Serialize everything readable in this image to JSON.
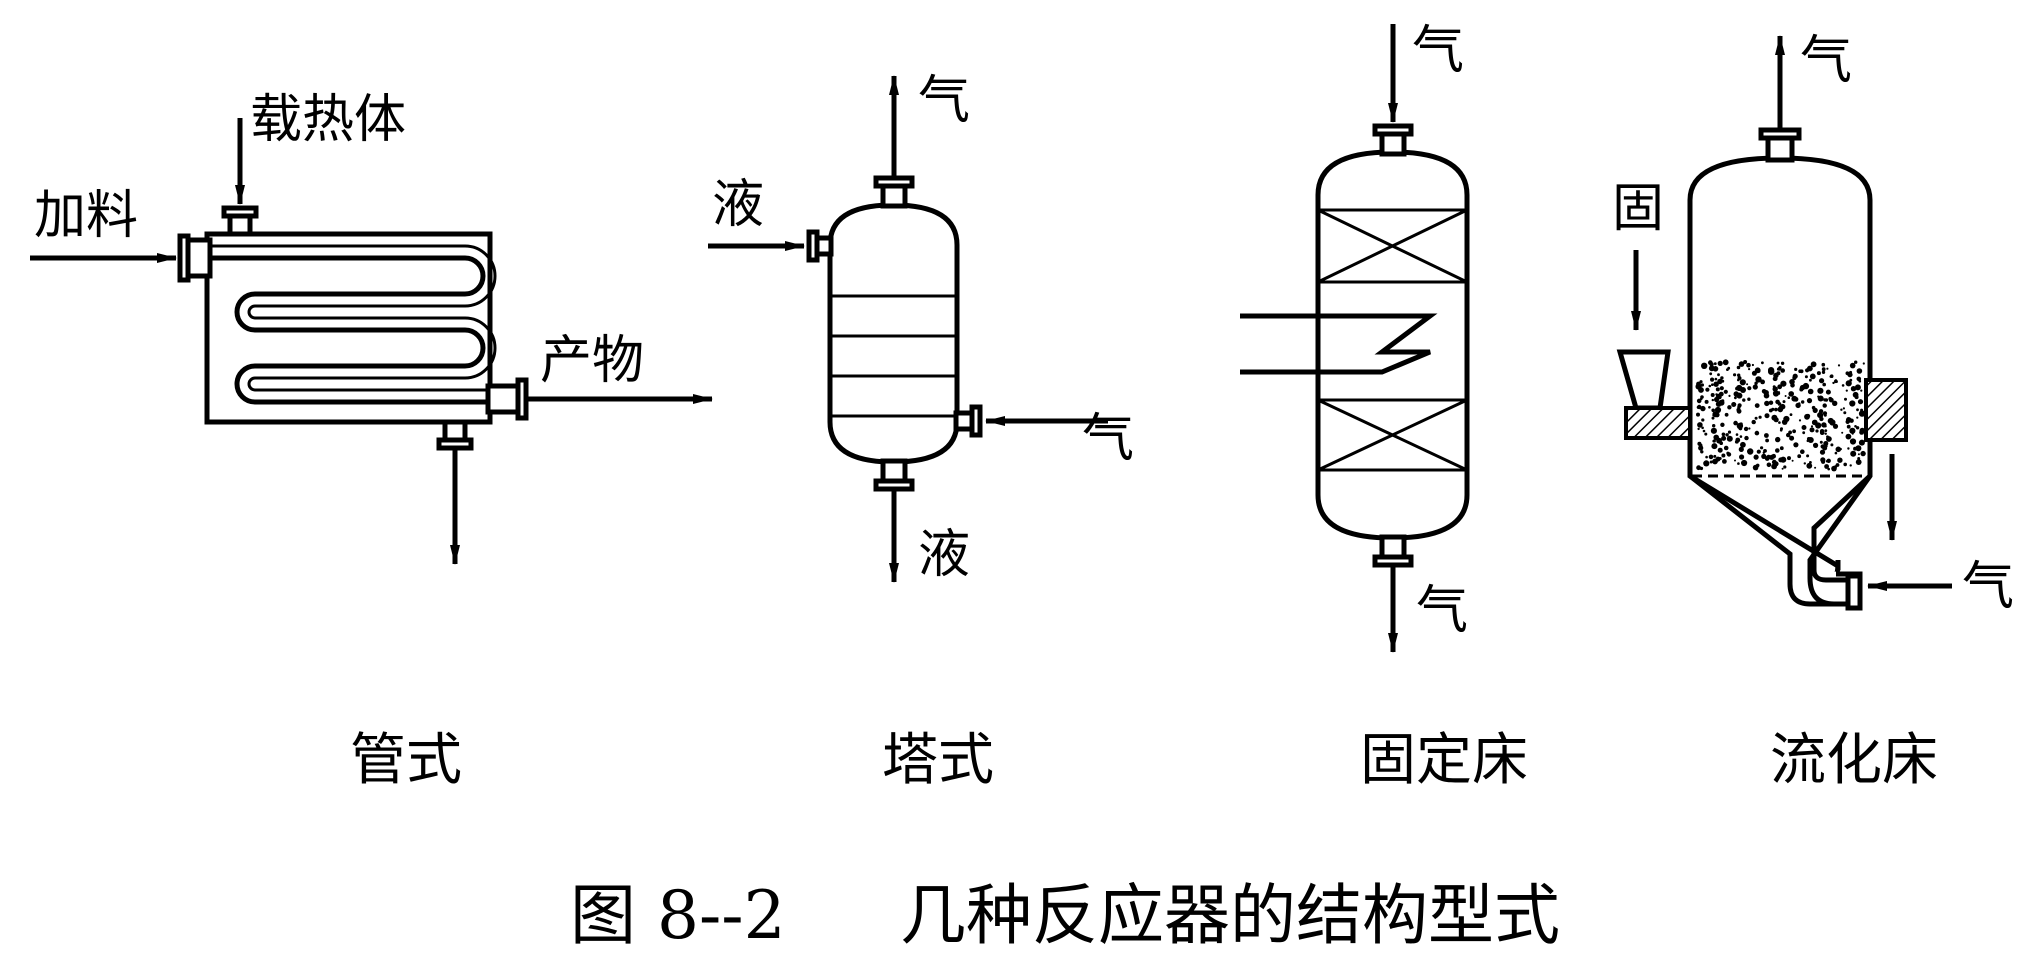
{
  "tube": {
    "labels": {
      "heat_carrier": "载热体",
      "feed": "加料",
      "product": "产物"
    },
    "caption": "管式"
  },
  "tower": {
    "labels": {
      "gas_out": "气",
      "liquid_in": "液",
      "gas_in": "气",
      "liquid_out": "液"
    },
    "caption": "塔式"
  },
  "fixed_bed": {
    "labels": {
      "gas_in": "气",
      "gas_out": "气"
    },
    "caption": "固定床"
  },
  "fluidized_bed": {
    "labels": {
      "gas_out": "气",
      "solid_in": "固",
      "gas_in": "气"
    },
    "caption": "流化床"
  },
  "figure_caption": {
    "number": "图 8--2",
    "title": "几种反应器的结构型式"
  }
}
